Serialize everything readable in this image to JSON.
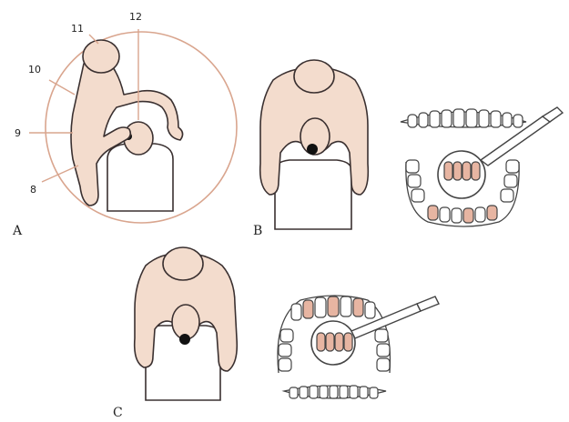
{
  "panels": {
    "a": {
      "label": "A",
      "clock_numbers": [
        "8",
        "9",
        "10",
        "11",
        "12"
      ]
    },
    "b": {
      "label": "B"
    },
    "c": {
      "label": "C"
    }
  },
  "colors": {
    "skin": "#f3dccd",
    "clock_circle": "#d9a58e",
    "highlighted_teeth": "#e7b5a2",
    "outline": "#3a3030"
  }
}
